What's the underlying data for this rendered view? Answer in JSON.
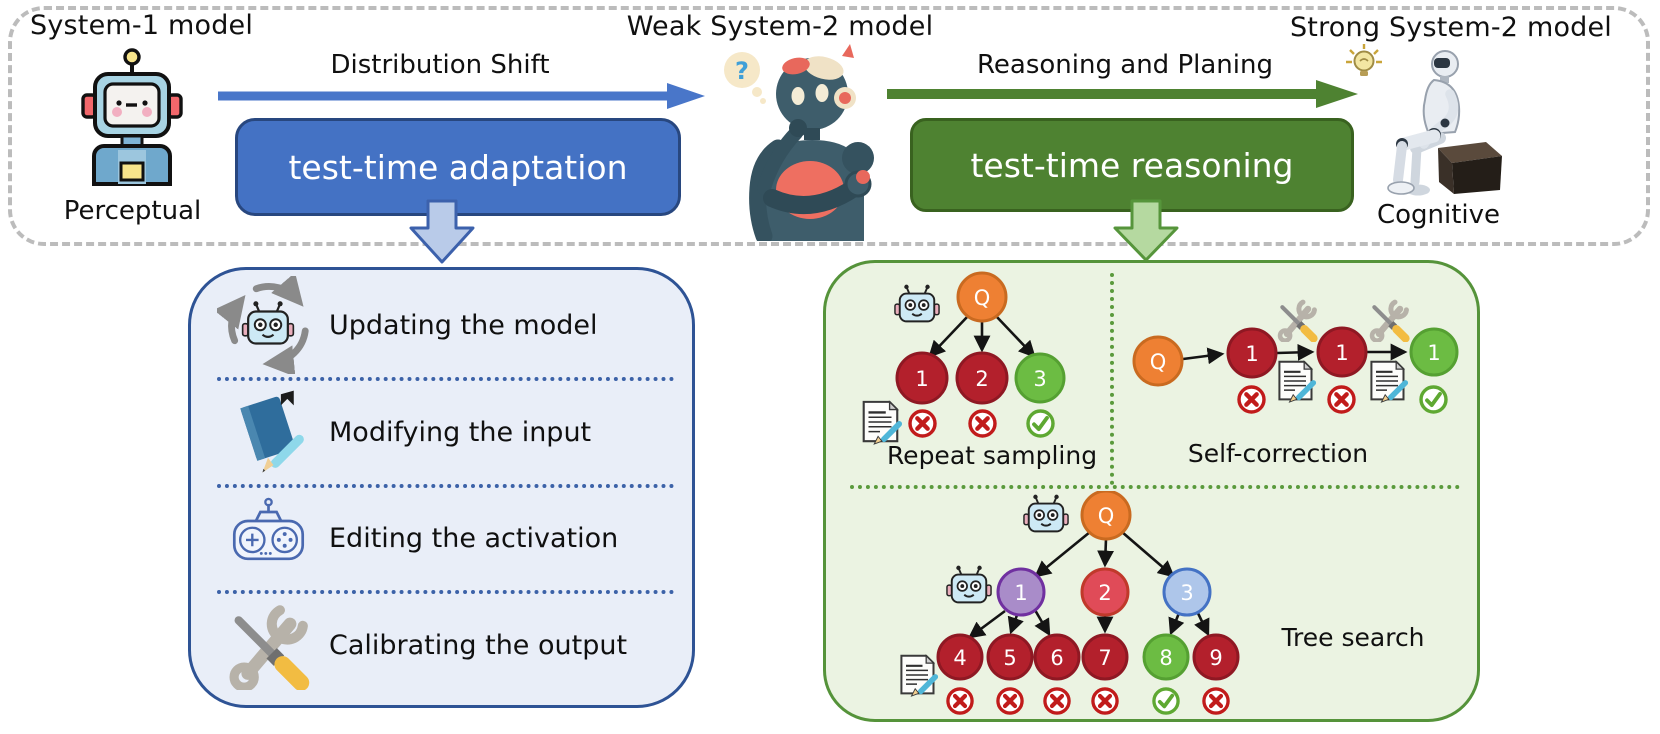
{
  "figure": {
    "top": {
      "system1_title": "System-1 model",
      "system1_caption": "Perceptual",
      "weak_system2_title": "Weak System-2 model",
      "strong_system2_title": "Strong System-2 model",
      "strong_system2_caption": "Cognitive",
      "shift_arrow_label": "Distribution Shift",
      "adaptation_box_label": "test-time adaptation",
      "reasoning_arrow_label": "Reasoning and Planing",
      "reasoning_box_label": "test-time reasoning",
      "thought_mark": "?"
    },
    "adaptation_panel": {
      "items": [
        {
          "icon": "robot-refresh-icon",
          "label": "Updating the model"
        },
        {
          "icon": "book-pencil-icon",
          "label": "Modifying the input"
        },
        {
          "icon": "game-controller-icon",
          "label": "Editing the activation"
        },
        {
          "icon": "crossed-tools-icon",
          "label": "Calibrating the output"
        }
      ]
    },
    "reasoning_panel": {
      "repeat_sampling": {
        "label": "Repeat sampling",
        "root": "Q",
        "samples": [
          "1",
          "2",
          "3"
        ],
        "outcomes": [
          "wrong",
          "wrong",
          "correct"
        ]
      },
      "self_correction": {
        "label": "Self-correction",
        "root": "Q",
        "revisions": [
          "1",
          "1",
          "1"
        ],
        "outcomes": [
          "wrong",
          "wrong",
          "correct"
        ]
      },
      "tree_search": {
        "label": "Tree search",
        "root": "Q",
        "branch_nodes": [
          "1",
          "2",
          "3"
        ],
        "leaf_nodes": [
          "4",
          "5",
          "6",
          "7",
          "8",
          "9"
        ],
        "leaf_outcomes": [
          "wrong",
          "wrong",
          "wrong",
          "wrong",
          "correct",
          "wrong"
        ]
      }
    },
    "palette": {
      "adaptation_blue": "#4472c4",
      "adaptation_blue_dark": "#2e5395",
      "adaptation_panel_bg": "#e9eef8",
      "reasoning_green": "#4e8231",
      "reasoning_green_border": "#55933a",
      "reasoning_panel_bg": "#ebf3e2",
      "question_orange": "#ee8033",
      "wrong_red": "#b3202c",
      "explored_pink": "#e04b58",
      "correct_green": "#6cbc43",
      "branch_purple": "#a98cc9",
      "branch_blue": "#aec6ea",
      "cross_red": "#c11b1b",
      "check_green": "#5ea832"
    }
  }
}
